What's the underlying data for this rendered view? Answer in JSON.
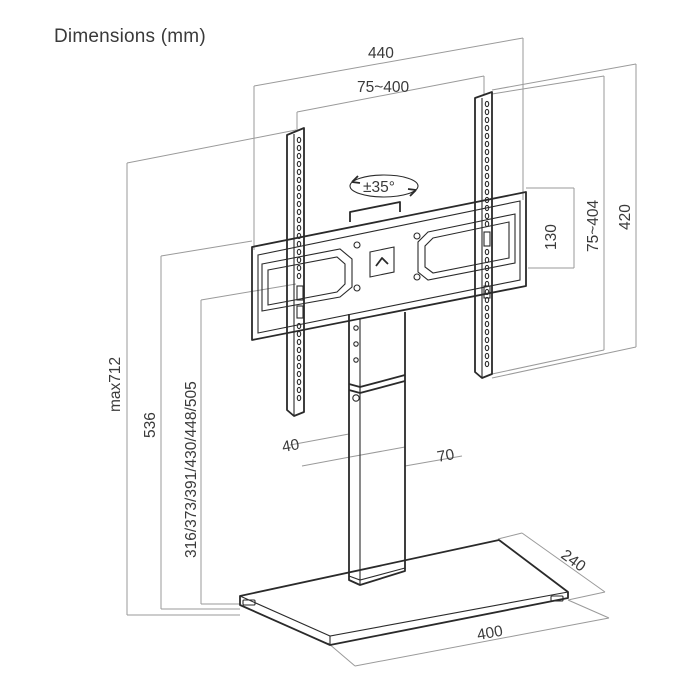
{
  "title": "Dimensions (mm)",
  "dimensions": {
    "width_total": "440",
    "vesa_horizontal": "75~400",
    "tilt": "±35°",
    "bracket_height": "130",
    "vesa_vertical": "75~404",
    "plate_height": "420",
    "max_height": "max712",
    "height_536": "536",
    "height_options": "316/373/391/430/448/505",
    "column_depth": "40",
    "column_width": "70",
    "base_depth": "240",
    "base_width": "400"
  },
  "colors": {
    "line": "#2a2a2a",
    "dimension_line": "#9a9a9a",
    "text": "#3a3a3a"
  }
}
